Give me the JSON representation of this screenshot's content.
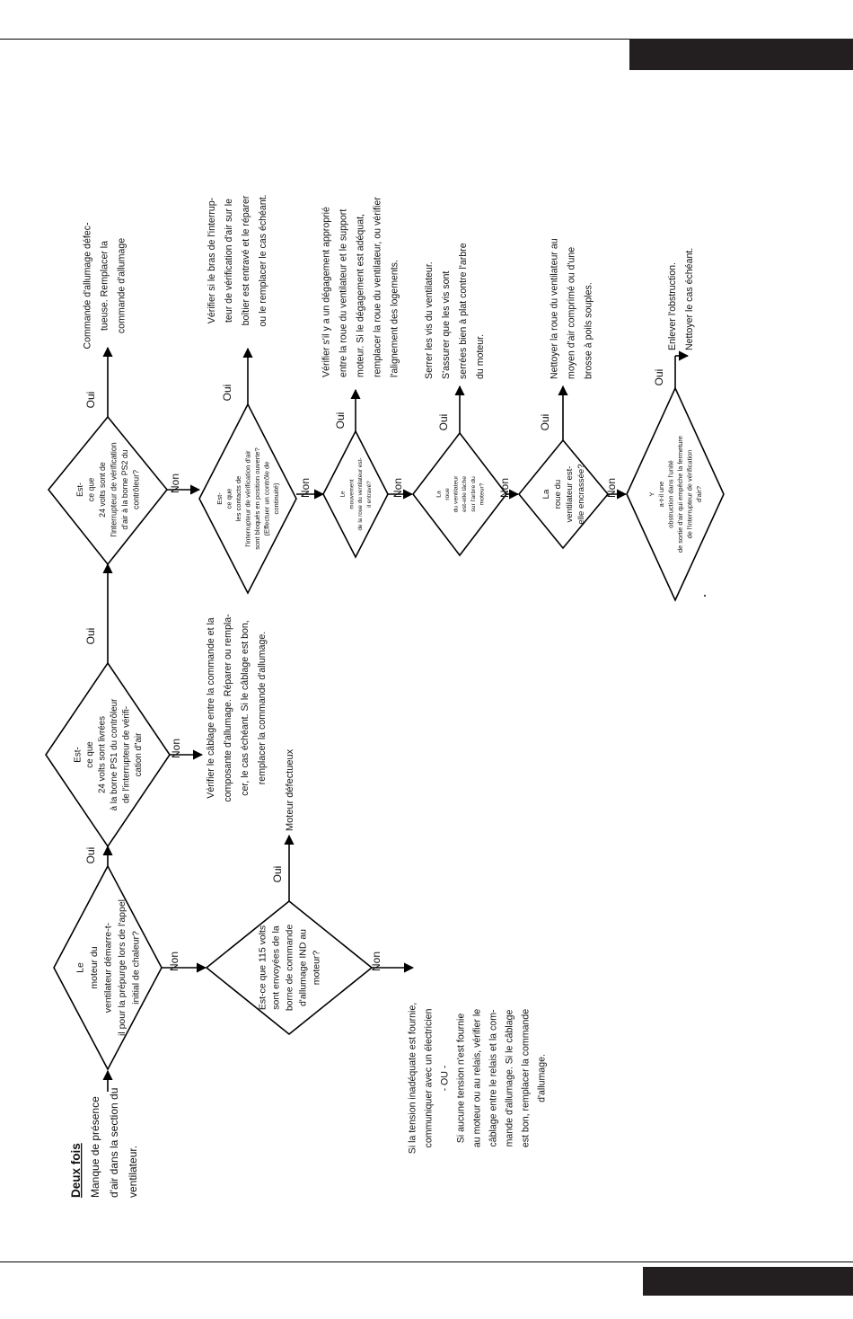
{
  "title": {
    "underline": "Deux fois",
    "text": [
      "Manque de présence",
      "d'air dans la section du",
      "ventilateur."
    ]
  },
  "labels": {
    "oui": "Oui",
    "non": "Non"
  },
  "decisions": [
    {
      "id": "d1",
      "lines": [
        "Le",
        "moteur du",
        "ventilateur démarre-t-",
        "il pour la prépurge lors de l'appel",
        "initial de chaleur?"
      ]
    },
    {
      "id": "d2",
      "lines": [
        "Est-ce que 115 volts",
        "sont envoyées de la",
        "borne de commande",
        "d'allumage IND au",
        "moteur?"
      ]
    },
    {
      "id": "d3",
      "lines": [
        "Est-",
        "ce que",
        "24 volts sont livrées",
        "à la borne PS1 du contrôleur",
        "de l'interrupteur de vérifi-",
        "cation d\"air"
      ]
    },
    {
      "id": "d4",
      "lines": [
        "Est-",
        "ce que",
        "24 volts sont de",
        "l'interrupteur de vérification",
        "d'air à la borne PS2 du",
        "contrôleur?"
      ]
    },
    {
      "id": "d5",
      "lines": [
        "Est-",
        "ce que",
        "les contacts de",
        "l'interrupteur de vérification d'air",
        "sont bloqués en position ouverte?",
        "(Effectuer un contrôle de",
        "continuité)"
      ]
    },
    {
      "id": "d6",
      "lines": [
        "Le",
        "mouvement",
        "de la roue du ventilateur est-",
        "il entravé?"
      ]
    },
    {
      "id": "d7",
      "lines": [
        "La",
        "roue",
        "du ventilateur",
        "est-elle lâche",
        "sur l'arbre du",
        "moteur?"
      ]
    },
    {
      "id": "d8",
      "lines": [
        "La",
        "roue du",
        "ventilateur est-",
        "elle encrassée?"
      ]
    },
    {
      "id": "d9",
      "lines": [
        "Y",
        "a-t-il une",
        "obstruction dans l'unité",
        "de sortie d'air qui empêche la fermeture",
        "de l'interrupteur de vérification",
        "d'air?"
      ]
    }
  ],
  "actions": [
    {
      "id": "a1",
      "lines": [
        "Si la tension inadéquate est fournie,",
        "communiquer avec un électricien",
        "- OU -",
        "Si aucune tension n'est fournie",
        "au moteur ou au relais, vérifier le",
        "câblage entre le relais et la com-",
        "mande d'allumage. Si le câblage",
        "est bon, remplacer la commande",
        "d'allumage."
      ]
    },
    {
      "id": "a2",
      "lines": [
        "Moteur défectueux"
      ]
    },
    {
      "id": "a3",
      "lines": [
        "Vérifier le câblage entre la commande et la",
        "composante d'allumage. Réparer ou rempla-",
        "cer, le cas échéant. Si le câblage est bon,",
        "remplacer la commande d'allumage."
      ]
    },
    {
      "id": "a4",
      "lines": [
        "Commande d'allumage défec-",
        "tueuse. Remplacer la",
        "commande d'allumage"
      ]
    },
    {
      "id": "a5",
      "lines": [
        "Vérifier si le bras de l'interrup-",
        "teur de vérification d'air sur le",
        "boîtier est entravé et le réparer",
        "ou le remplacer le cas échéant."
      ]
    },
    {
      "id": "a6",
      "lines": [
        "Vérifier s'il y a un dégagement approprié",
        "entre la roue du ventilateur et le support",
        "moteur. Si le dégagement est adéquat,",
        "remplacer la roue du ventilateur, ou vérifier",
        "l'alignement des logements."
      ]
    },
    {
      "id": "a7",
      "lines": [
        "Serrer les vis du ventilateur.",
        "S'assurer que les vis sont",
        "serrées bien à plat contre l'arbre",
        "du moteur."
      ]
    },
    {
      "id": "a8",
      "lines": [
        "Nettoyer la roue du ventilateur au",
        "moyen d'air comprimé ou d'une",
        "brosse à poils souples."
      ]
    },
    {
      "id": "a9",
      "lines": [
        "Enlever l'obstruction.",
        "Nettoyer le cas échéant."
      ]
    }
  ]
}
